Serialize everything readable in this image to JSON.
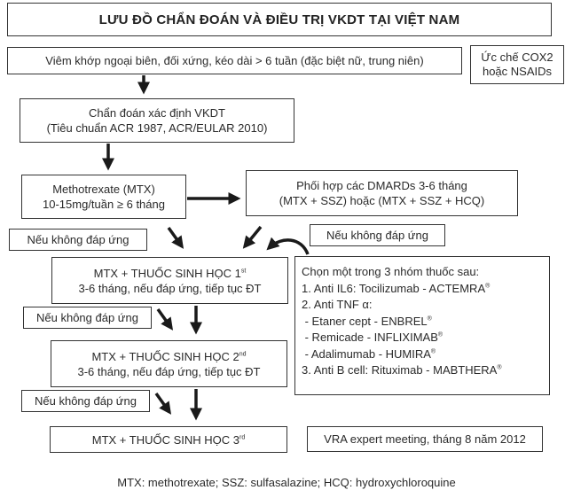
{
  "title": "LƯU ĐỒ CHẨN ĐOÁN VÀ ĐIỀU TRỊ VKDT TẠI VIỆT NAM",
  "symptoms": "Viêm khớp ngoại biên, đối xứng, kéo dài > 6 tuần (đặc biệt nữ, trung niên)",
  "cox2": {
    "line1": "Ức chế COX2",
    "line2": "hoặc NSAIDs"
  },
  "diagnosis": {
    "line1": "Chẩn đoán xác định VKDT",
    "line2": "(Tiêu chuẩn ACR 1987, ACR/EULAR 2010)"
  },
  "mtx": {
    "line1": "Methotrexate (MTX)",
    "line2": "10-15mg/tuần ≥ 6 tháng"
  },
  "dmards": {
    "line1": "Phối hợp các DMARDs 3-6 tháng",
    "line2": "(MTX + SSZ) hoặc (MTX + SSZ + HCQ)"
  },
  "no_response": "Nếu không đáp ứng",
  "bio1": {
    "line1": "MTX + THUỐC SINH HỌC 1",
    "sup": "st",
    "line2": "3-6 tháng, nếu đáp ứng, tiếp tục ĐT"
  },
  "bio2": {
    "line1": "MTX + THUỐC SINH HỌC 2",
    "sup": "nd",
    "line2": "3-6 tháng, nếu đáp ứng, tiếp tục ĐT"
  },
  "bio3": {
    "line1": "MTX + THUỐC SINH HỌC 3",
    "sup": "rd"
  },
  "drugs": {
    "heading": "Chọn một trong 3 nhóm thuốc sau:",
    "items": [
      {
        "text": "1. Anti IL6: Tocilizumab - ACTEMRA",
        "mark": "®"
      },
      {
        "text": "2. Anti TNF α:",
        "mark": ""
      },
      {
        "text": " - Etaner cept - ENBREL",
        "mark": "®"
      },
      {
        "text": " - Remicade - INFLIXIMAB",
        "mark": "®"
      },
      {
        "text": " - Adalimumab - HUMIRA",
        "mark": "®"
      },
      {
        "text": "3. Anti B cell: Rituximab - MABTHERA",
        "mark": "®"
      }
    ]
  },
  "vra": "VRA expert meeting, tháng 8 năm 2012",
  "footnote": "MTX: methotrexate; SSZ: sulfasalazine; HCQ: hydroxychloroquine"
}
